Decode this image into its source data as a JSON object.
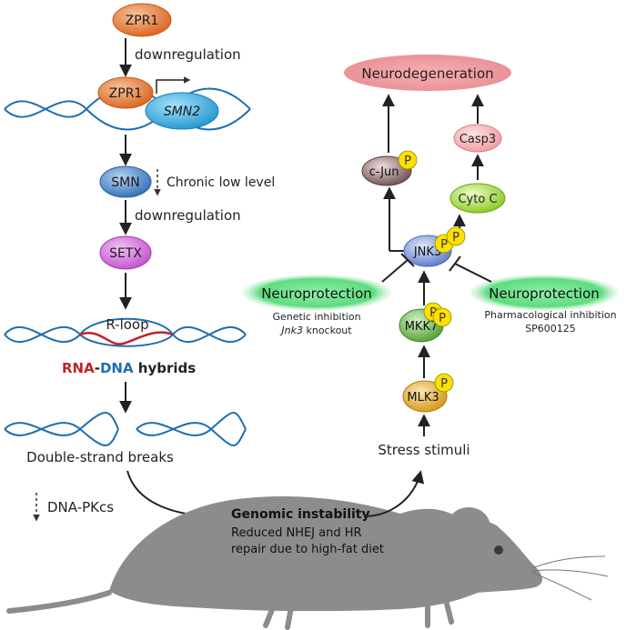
{
  "colors": {
    "zpr1": "#e8742d",
    "smn2": "#2aa8df",
    "smn": "#3b7ec6",
    "setx": "#d06ad8",
    "dna": "#1f6fb0",
    "rna": "#c0242a",
    "neurodegeneration": "#ea8a8f",
    "neuroprotection": "#46d06a",
    "casp3": "#f0a3a6",
    "cjun": "#6b4a4a",
    "cytoc": "#8fd32a",
    "jnk3": "#5d7fd0",
    "mkk7": "#5fae3f",
    "mlk3": "#e0a020",
    "phospho": "#ffe000",
    "mouse": "#8c8c8c"
  },
  "left_pathway": {
    "zpr1": "ZPR1",
    "step1_label": "downregulation",
    "zpr1_bound": "ZPR1",
    "smn2_gene": "SMN2",
    "smn": "SMN",
    "smn_note": "Chronic low level",
    "step2_label": "downregulation",
    "setx": "SETX",
    "rloop": "R-loop",
    "rna_word": "RNA",
    "dash": "-",
    "dna_word": "DNA",
    "hybrids_word": " hybrids",
    "breaks": "Double-strand breaks",
    "dnapkcs": "DNA-PKcs"
  },
  "center": {
    "genomic_title": "Genomic instability",
    "genomic_line1": "Reduced NHEJ and HR",
    "genomic_line2": "repair due to high-fat diet"
  },
  "right_pathway": {
    "neurodegeneration": "Neurodegeneration",
    "casp3": "Casp3",
    "cjun": "c-Jun",
    "cytoc": "Cyto C",
    "jnk3": "JNK3",
    "mkk7": "MKK7",
    "mlk3": "MLK3",
    "phospho": "P",
    "stress": "Stress stimuli",
    "neuroprotection_left": "Neuroprotection",
    "np_left_line1": "Genetic inhibition",
    "np_left_line2_gene": "Jnk3",
    "np_left_line2_rest": " knockout",
    "neuroprotection_right": "Neuroprotection",
    "np_right_line1": "Pharmacological inhibition",
    "np_right_line2": "SP600125"
  }
}
